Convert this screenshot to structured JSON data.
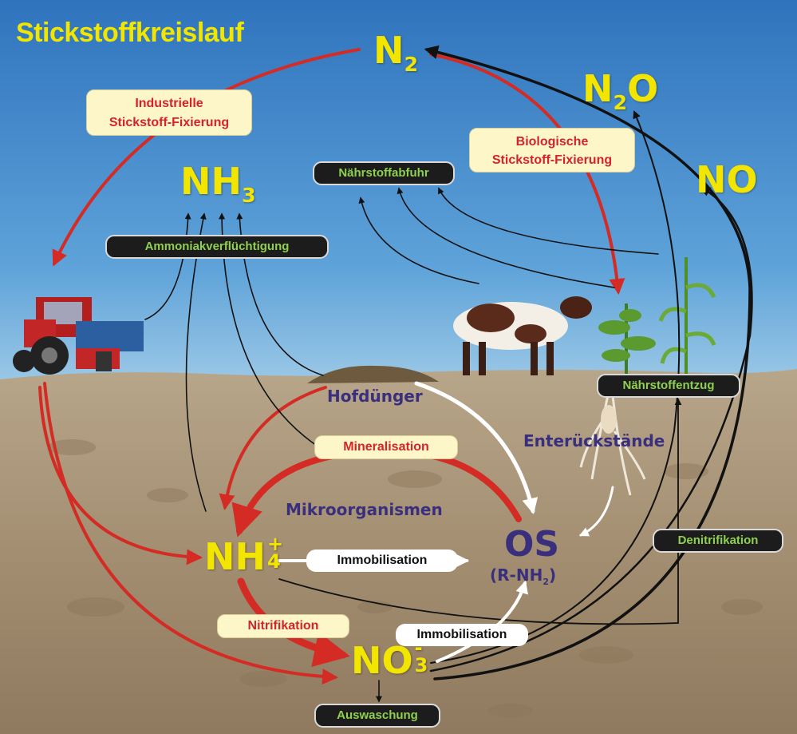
{
  "title": "Stickstoffkreislauf",
  "compounds": {
    "n2": {
      "main": "N",
      "sub": "2"
    },
    "n2o": {
      "main1": "N",
      "sub": "2",
      "main2": "O"
    },
    "no": "NO",
    "nh3": {
      "main": "NH",
      "sub": "3"
    },
    "nh4": {
      "main": "NH",
      "sup": "+",
      "sub": "4"
    },
    "no3": {
      "main": "NO",
      "sup": "-",
      "sub": "3"
    },
    "os": "OS",
    "os_formula": {
      "prefix": "(R-NH",
      "sub": "2",
      "suffix": ")"
    }
  },
  "labels": {
    "industrielle_1": "Industrielle",
    "industrielle_2": "Stickstoff-Fixierung",
    "biologische_1": "Biologische",
    "biologische_2": "Stickstoff-Fixierung",
    "naehrstoffabfuhr": "Nährstoffabfuhr",
    "ammoniak": "Ammoniakverflüchtigung",
    "hofduenger": "Hofdünger",
    "naehrstoffentzug": "Nährstoffentzug",
    "ernterueckstaende": "Enterückstände",
    "mineralisation": "Mineralisation",
    "mikroorganismen": "Mikroorganismen",
    "immobilisation_1": "Immobilisation",
    "immobilisation_2": "Immobilisation",
    "denitrifikation": "Denitrifikation",
    "nitrifikation": "Nitrifikation",
    "auswaschung": "Auswaschung"
  },
  "colors": {
    "sky": "#3f86c8",
    "soil": "#a58f72",
    "arrow_red": "#d42b25",
    "arrow_black": "#111111",
    "arrow_white": "#ffffff",
    "compound_yellow": "#f2e600",
    "text_purple": "#3a2f7d"
  }
}
